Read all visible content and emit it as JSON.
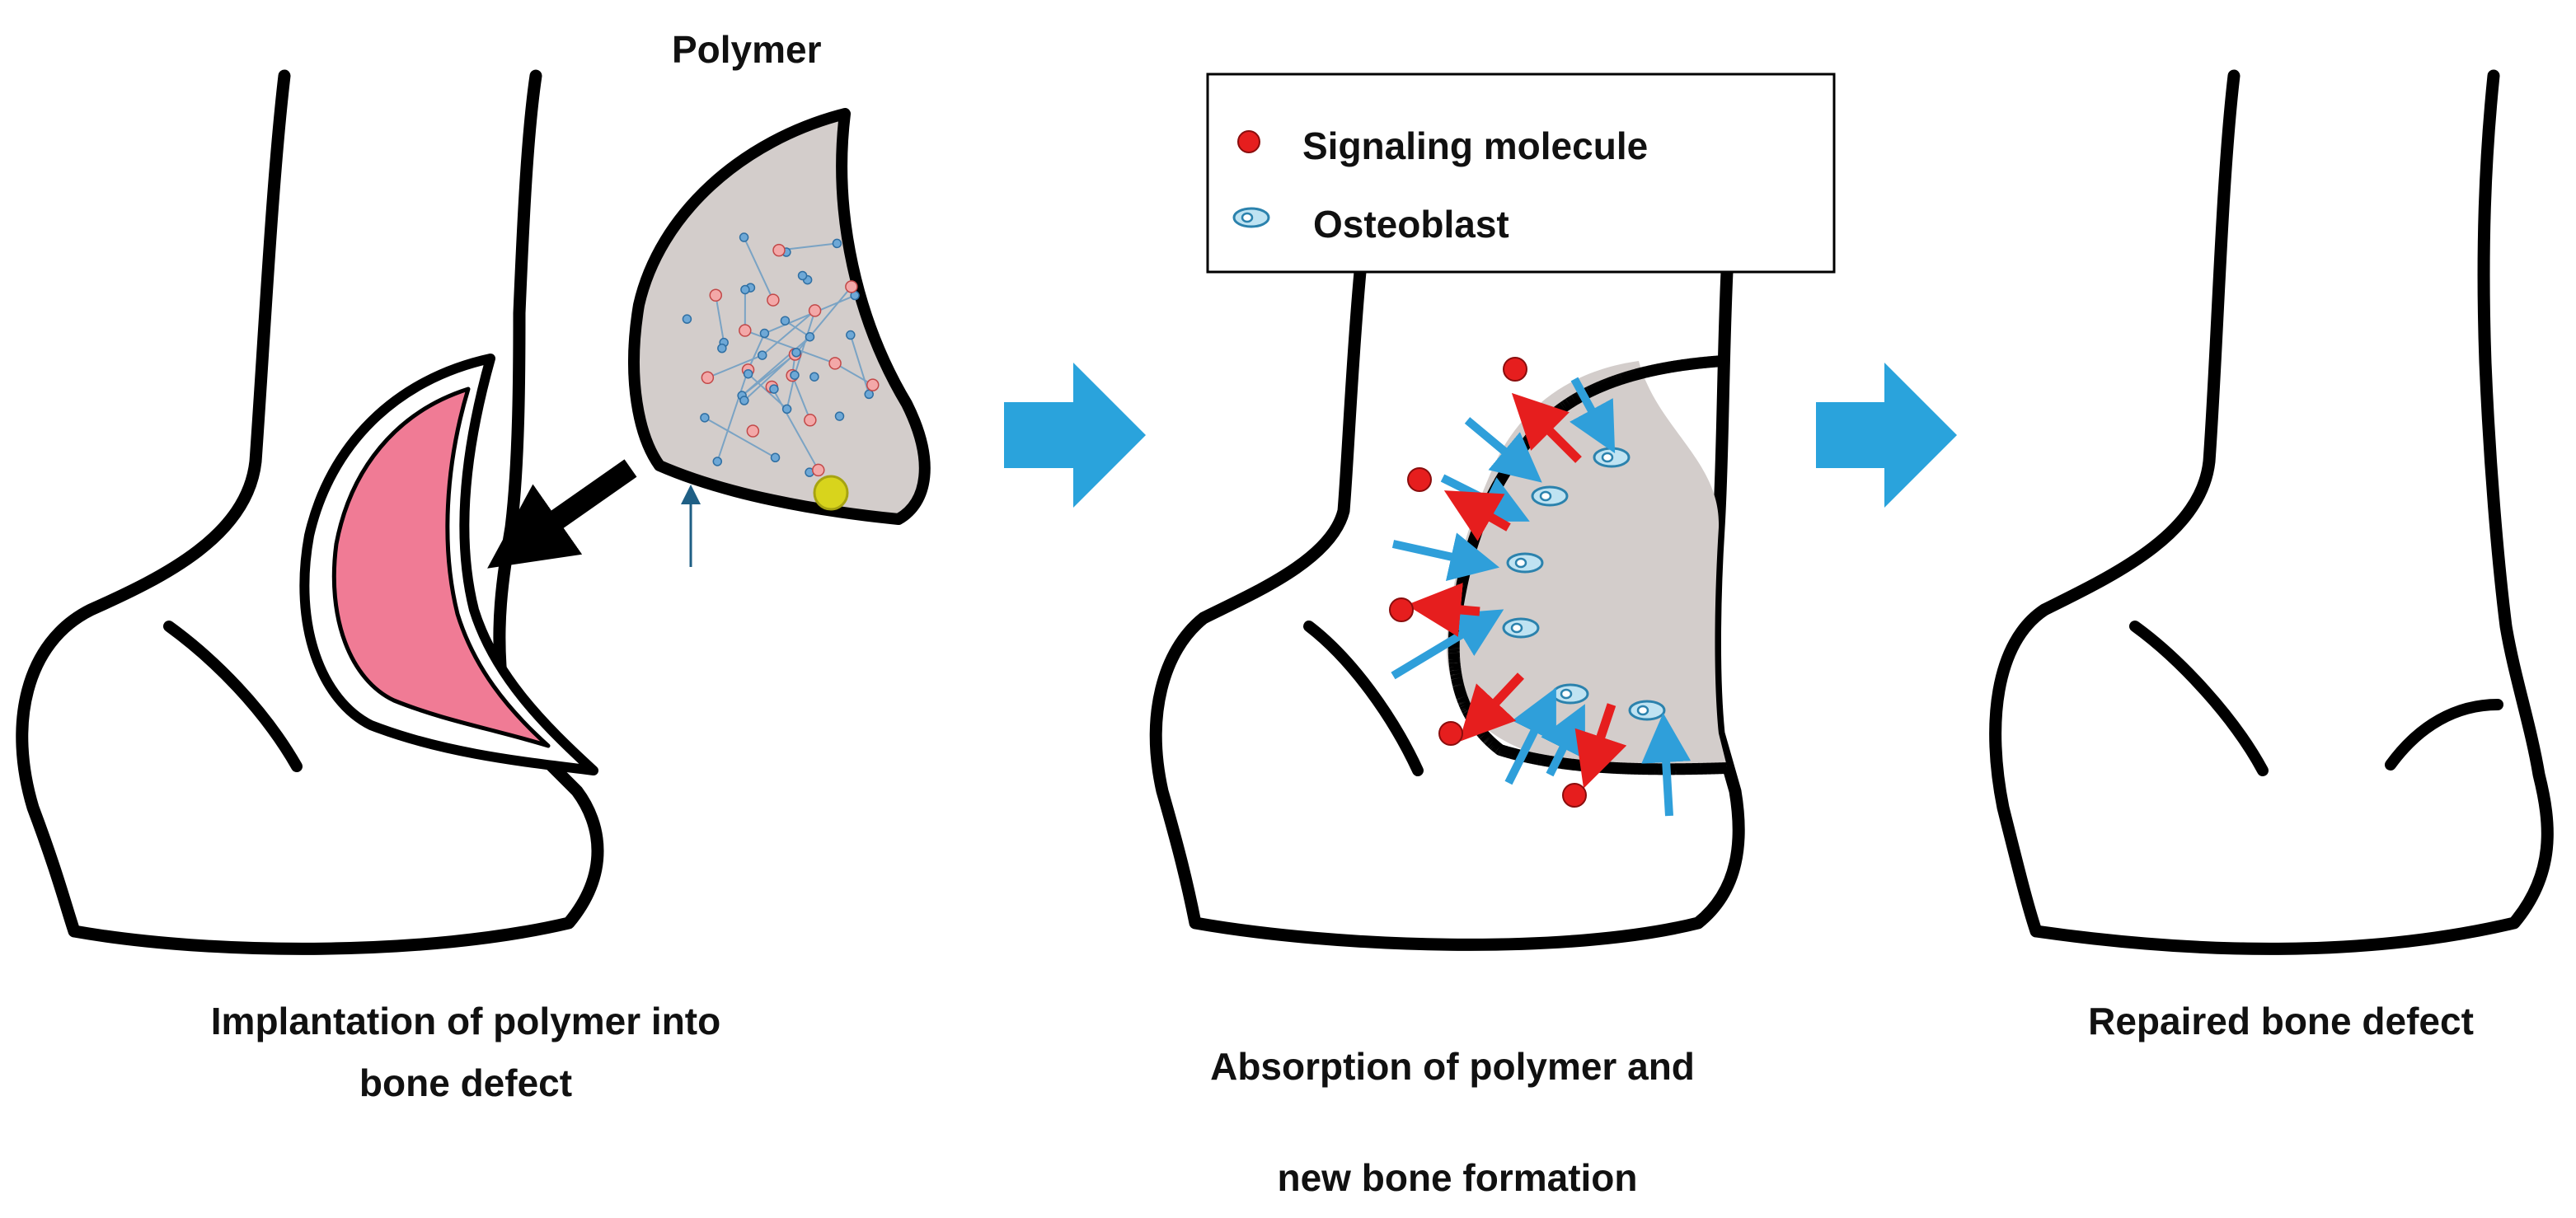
{
  "labels": {
    "polymer": "Polymer",
    "caption_left_line1": "Implantation of polymer into",
    "caption_left_line2": "bone defect",
    "caption_middle_line1": "Absorption of polymer and",
    "caption_middle_line2": "new bone formation",
    "caption_right": "Repaired bone defect"
  },
  "legend": {
    "items": [
      {
        "label": "Signaling molecule",
        "icon": "red-dot-icon"
      },
      {
        "label": "Osteoblast",
        "icon": "osteoblast-cell-icon"
      }
    ]
  },
  "colors": {
    "outline": "#000000",
    "defect_fill": "#f07b95",
    "polymer_fill": "#d3cdcb",
    "signaling_molecule": "#e61e1e",
    "osteoblast_arrow": "#2f9fda",
    "flow_arrow": "#2aa3dc"
  }
}
